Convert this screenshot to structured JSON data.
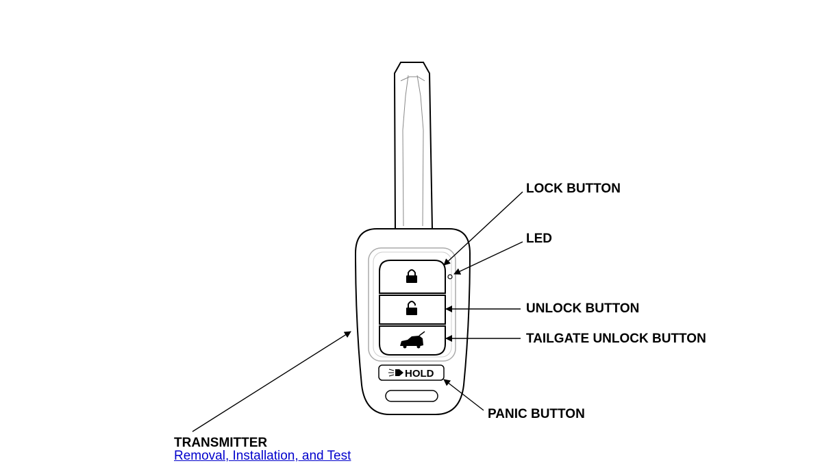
{
  "labels": {
    "lock_button": "LOCK BUTTON",
    "led": "LED",
    "unlock_button": "UNLOCK BUTTON",
    "tailgate_unlock_button": "TAILGATE UNLOCK BUTTON",
    "panic_button": "PANIC BUTTON",
    "transmitter": "TRANSMITTER"
  },
  "fob": {
    "panic_text": "HOLD"
  },
  "links": {
    "removal": "Removal, Installation, and Test"
  },
  "icons": {
    "lock": "locked-padlock-icon",
    "unlock": "unlocked-padlock-icon",
    "tailgate": "tailgate-car-icon",
    "panic": "horn-lights-icon"
  },
  "colors": {
    "line": "#000000",
    "link": "#0000cc"
  }
}
